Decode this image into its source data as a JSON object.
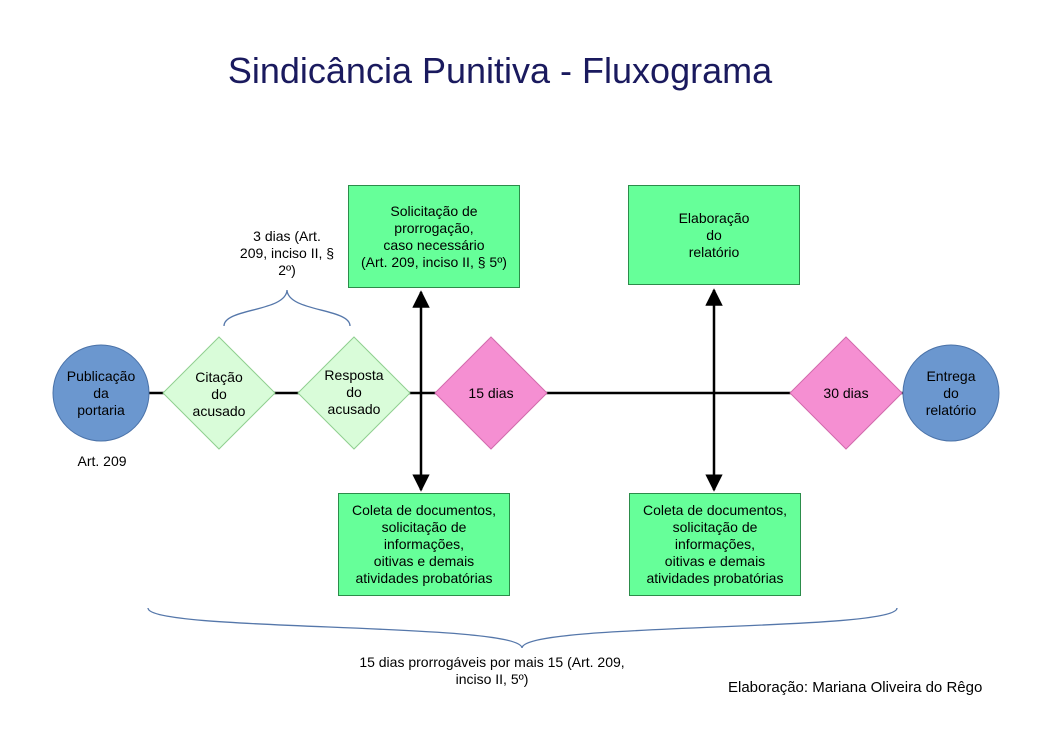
{
  "title": "Sindicância Punitiva - Fluxograma",
  "nodes": {
    "start": "Publicação\nda\nportaria",
    "citation": "Citação\ndo\nacusado",
    "response": "Resposta\ndo\nacusado",
    "days15": "15 dias",
    "days30": "30 dias",
    "end": "Entrega\ndo\nrelatório"
  },
  "boxes": {
    "extension": "Solicitação de\nprorrogação,\ncaso necessário\n(Art. 209, inciso II, § 5º)",
    "collection1": "Coleta de documentos,\nsolicitação de\ninformações,\noitivas e demais\natividades probatórias",
    "report": "Elaboração\ndo\nrelatório",
    "collection2": "Coleta de documentos,\nsolicitação de\ninformações,\noitivas e demais\natividades probatórias"
  },
  "notes": {
    "art209": "Art. 209",
    "three_days": "3 dias (Art.\n209, inciso II, §\n2º)",
    "total": "15 dias prorrogáveis por mais 15 (Art. 209,\ninciso II,  5º)",
    "author": "Elaboração: Mariana Oliveira do Rêgo"
  },
  "colors": {
    "circle": "#6b97cf",
    "light_diamond": "#d9fcd9",
    "pink_diamond": "#f58fd2",
    "green_box": "#66ff99",
    "brace": "#5577aa"
  }
}
